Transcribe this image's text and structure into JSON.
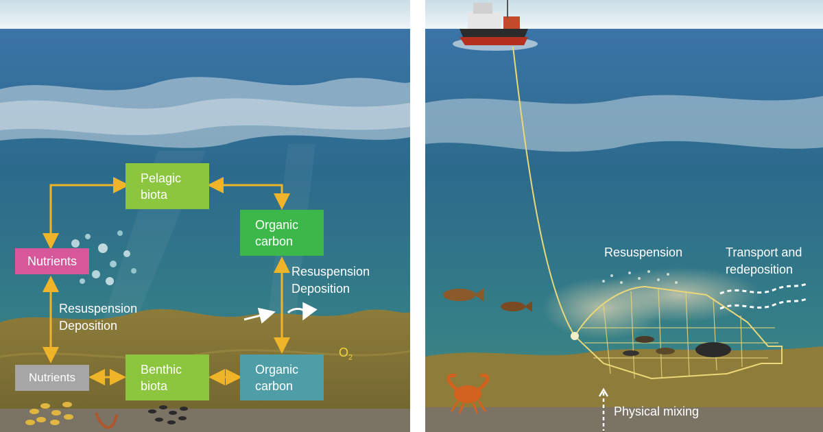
{
  "colors": {
    "sky": "#dbe9ee",
    "sea_top": "#3f78a6",
    "sea_mid": "#2f6f8c",
    "sea_deep": "#3a8a8c",
    "sediment": "#8a7a38",
    "arrow": "#f0b429",
    "pelagic": "#8cc63f",
    "organic_water": "#3cb84a",
    "nutrients_water": "#d6589b",
    "nutrients_sediment": "#a6a6a6",
    "benthic": "#8cc63f",
    "organic_sediment": "#4f9da6"
  },
  "left_panel": {
    "boxes": {
      "pelagic_biota": "Pelagic\nbiota",
      "organic_carbon_water": "Organic\ncarbon",
      "nutrients_water": "Nutrients",
      "nutrients_sediment": "Nutrients",
      "benthic_biota": "Benthic\nbiota",
      "organic_carbon_sediment": "Organic\ncarbon"
    },
    "labels": {
      "resuspension_deposition_left": "Resuspension\nDeposition",
      "resuspension_deposition_right": "Resuspension\nDeposition",
      "oxygen": "O",
      "oxygen_sub": "2"
    }
  },
  "right_panel": {
    "labels": {
      "resuspension": "Resuspension",
      "transport_redeposition": "Transport and\nredeposition",
      "physical_mixing": "Physical mixing"
    }
  }
}
